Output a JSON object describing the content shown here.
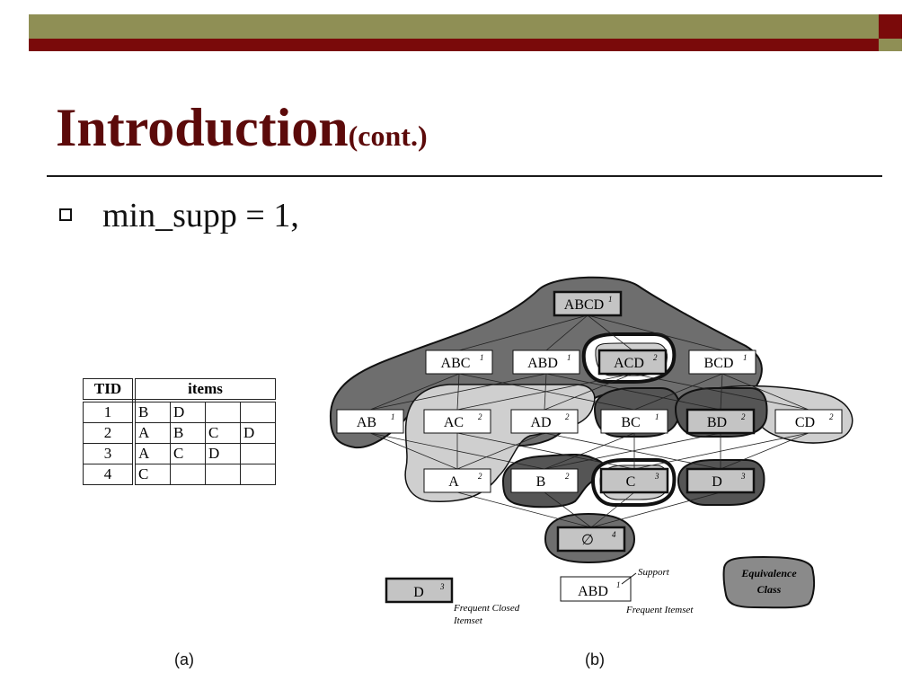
{
  "slide": {
    "title_main": "Introduction",
    "title_sub": "(cont.)",
    "bullet": "min_supp = 1,",
    "caption_a": "(a)",
    "caption_b": "(b)"
  },
  "table": {
    "headers": [
      "TID",
      "items"
    ],
    "rows": [
      {
        "tid": "1",
        "items": [
          "B",
          "D",
          "",
          ""
        ]
      },
      {
        "tid": "2",
        "items": [
          "A",
          "B",
          "C",
          "D"
        ]
      },
      {
        "tid": "3",
        "items": [
          "A",
          "C",
          "D",
          ""
        ]
      },
      {
        "tid": "4",
        "items": [
          "C",
          "",
          "",
          ""
        ]
      }
    ]
  },
  "lattice": {
    "nodes": [
      {
        "id": "ABCD",
        "label": "ABCD",
        "support": "1",
        "closed": true
      },
      {
        "id": "ABC",
        "label": "ABC",
        "support": "1",
        "closed": false
      },
      {
        "id": "ABD",
        "label": "ABD",
        "support": "1",
        "closed": false
      },
      {
        "id": "ACD",
        "label": "ACD",
        "support": "2",
        "closed": true
      },
      {
        "id": "BCD",
        "label": "BCD",
        "support": "1",
        "closed": false
      },
      {
        "id": "AB",
        "label": "AB",
        "support": "1",
        "closed": false
      },
      {
        "id": "AC",
        "label": "AC",
        "support": "2",
        "closed": false
      },
      {
        "id": "AD",
        "label": "AD",
        "support": "2",
        "closed": false
      },
      {
        "id": "BC",
        "label": "BC",
        "support": "1",
        "closed": false
      },
      {
        "id": "BD",
        "label": "BD",
        "support": "2",
        "closed": true
      },
      {
        "id": "CD",
        "label": "CD",
        "support": "2",
        "closed": false
      },
      {
        "id": "A",
        "label": "A",
        "support": "2",
        "closed": false
      },
      {
        "id": "B",
        "label": "B",
        "support": "2",
        "closed": false
      },
      {
        "id": "C",
        "label": "C",
        "support": "3",
        "closed": true
      },
      {
        "id": "D",
        "label": "D",
        "support": "3",
        "closed": true
      },
      {
        "id": "EMPTY",
        "label": "∅",
        "support": "4",
        "closed": true
      }
    ],
    "edges": [
      [
        "ABCD",
        "ABC"
      ],
      [
        "ABCD",
        "ABD"
      ],
      [
        "ABCD",
        "ACD"
      ],
      [
        "ABCD",
        "BCD"
      ],
      [
        "ABC",
        "AB"
      ],
      [
        "ABC",
        "AC"
      ],
      [
        "ABC",
        "BC"
      ],
      [
        "ABD",
        "AB"
      ],
      [
        "ABD",
        "AD"
      ],
      [
        "ABD",
        "BD"
      ],
      [
        "ACD",
        "AC"
      ],
      [
        "ACD",
        "AD"
      ],
      [
        "ACD",
        "CD"
      ],
      [
        "BCD",
        "BC"
      ],
      [
        "BCD",
        "BD"
      ],
      [
        "BCD",
        "CD"
      ],
      [
        "AB",
        "A"
      ],
      [
        "AB",
        "B"
      ],
      [
        "AC",
        "A"
      ],
      [
        "AC",
        "C"
      ],
      [
        "AD",
        "A"
      ],
      [
        "AD",
        "D"
      ],
      [
        "BC",
        "B"
      ],
      [
        "BC",
        "C"
      ],
      [
        "BD",
        "B"
      ],
      [
        "BD",
        "D"
      ],
      [
        "CD",
        "C"
      ],
      [
        "CD",
        "D"
      ],
      [
        "A",
        "EMPTY"
      ],
      [
        "B",
        "EMPTY"
      ],
      [
        "C",
        "EMPTY"
      ],
      [
        "D",
        "EMPTY"
      ]
    ],
    "legend": {
      "closed_label": "D",
      "closed_support": "3",
      "closed_caption_1": "Frequent Closed",
      "closed_caption_2": "Itemset",
      "itemset_label": "ABD",
      "itemset_support": "1",
      "support_caption": "Support",
      "itemset_caption": "Frequent Itemset",
      "class_caption_1": "Equivalence",
      "class_caption_2": "Class"
    },
    "colors": {
      "class_dark": "#555555",
      "class_mid": "#7a7a7a",
      "class_light": "#c8c8c8",
      "closed_fill": "#c4c4c4"
    }
  }
}
